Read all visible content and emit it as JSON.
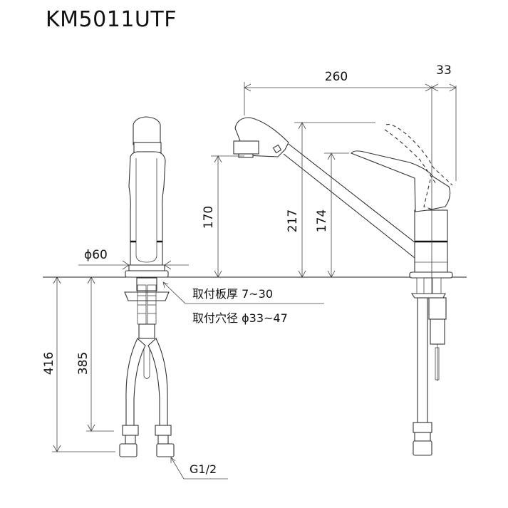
{
  "title": "KM5011UTF",
  "dimensions": {
    "spout_reach": "260",
    "handle_offset": "33",
    "spout_height": "170",
    "handle_top_height": "217",
    "lever_height": "174",
    "base_diameter": "ϕ60",
    "total_below_counter": "416",
    "hose_length": "385"
  },
  "notes": {
    "mounting_thickness": "取付板厚 7~30",
    "mounting_hole": "取付穴径 ϕ33~47",
    "thread": "G1/2"
  }
}
